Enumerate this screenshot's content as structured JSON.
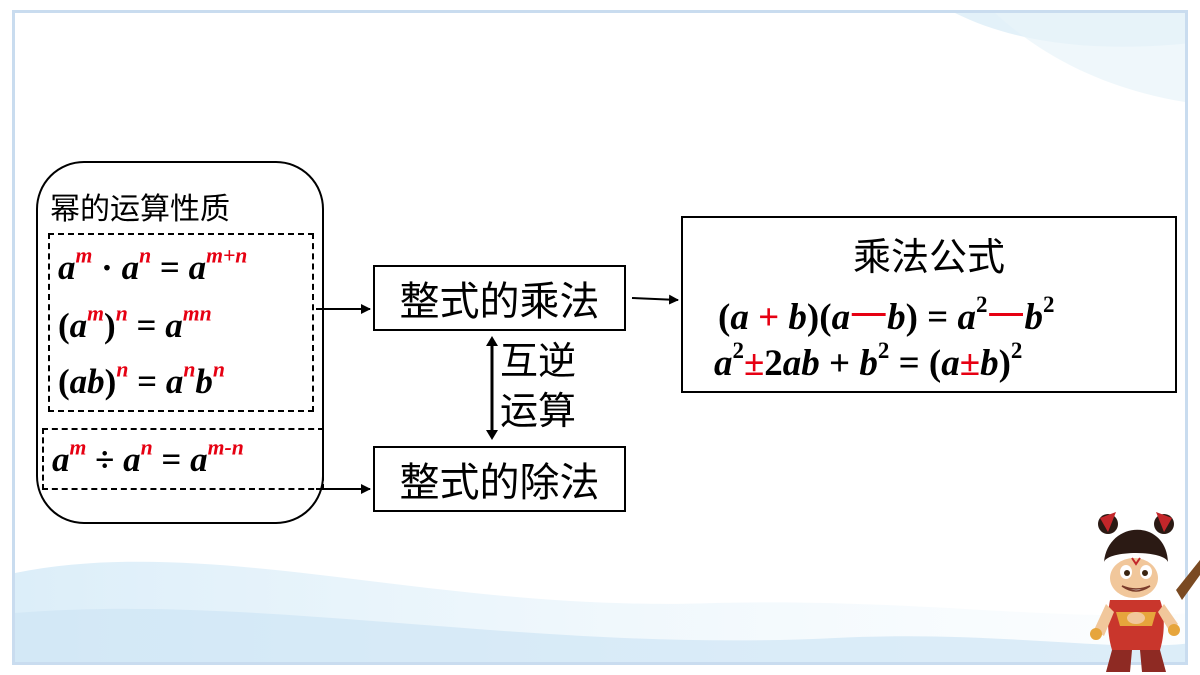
{
  "power_panel": {
    "title": "幂的运算性质",
    "rule1": {
      "b1": "a",
      "e1": "m",
      "dot": " · ",
      "b2": "a",
      "e2": "n",
      "eq": " = ",
      "b3": "a",
      "e3": "m+n"
    },
    "rule2": {
      "lp": "(",
      "b1": "a",
      "e1": "m",
      "rp": ")",
      "e2": "n",
      "eq": " = ",
      "b3": "a",
      "e3": "mn"
    },
    "rule3": {
      "lp": "(",
      "b1": "ab",
      "rp": ")",
      "e1": "n",
      "eq": " = ",
      "b2": "a",
      "e2": "n",
      "b3": "b",
      "e3": "n"
    },
    "rule4": {
      "b1": "a",
      "e1": "m",
      "op": " ÷ ",
      "b2": "a",
      "e2": "n",
      "eq": " = ",
      "b3": "a",
      "e3": "m-n"
    }
  },
  "operations": {
    "multiplication": "整式的乘法",
    "division": "整式的除法",
    "inverse_line1": "互逆",
    "inverse_line2": "运算"
  },
  "formulas": {
    "title": "乘法公式",
    "line1": {
      "p1": "(",
      "a1": "a",
      "plus": " + ",
      "b1": "b",
      "p2": ")(",
      "a2": "a",
      "minus": "一",
      "b2": "b",
      "p3": ") = ",
      "a3": "a",
      "sq1": "2",
      "minus2": "一",
      "b3": "b",
      "sq2": "2"
    },
    "line2": {
      "a1": "a",
      "sq1": "2",
      "pm1": "±",
      "mid": "2",
      "ab": "ab",
      "plus": " + ",
      "b1": "b",
      "sq2": "2",
      "eq": " = (",
      "a2": "a",
      "pm2": "±",
      "b2": "b",
      "close": ")",
      "sq3": "2"
    }
  },
  "colors": {
    "accent": "#e60012",
    "frame": "#c9dcef"
  }
}
